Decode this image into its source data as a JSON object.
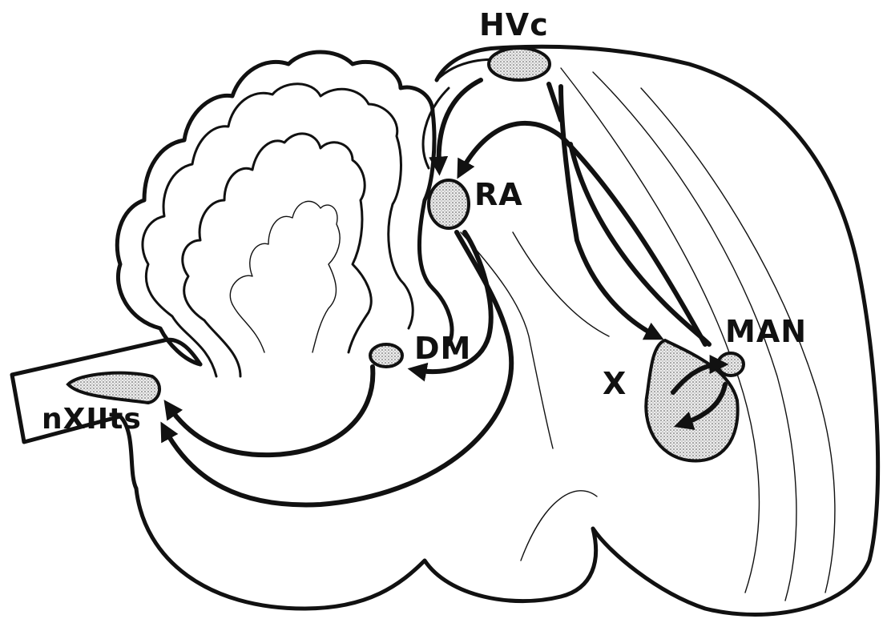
{
  "labels": {
    "hvc": "HVc",
    "ra": "RA",
    "dm": "DM",
    "nxiits": "nXIIts",
    "man": "MAN",
    "x": "X"
  },
  "colors": {
    "ink": "#111111",
    "paper": "#ffffff",
    "nucleus_fill": "#d9d9d9"
  }
}
